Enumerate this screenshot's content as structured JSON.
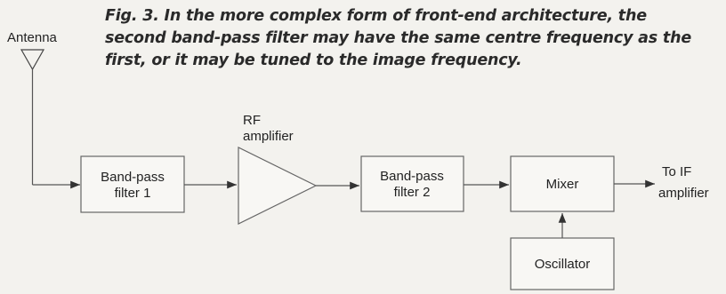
{
  "caption": {
    "lines": [
      "Fig. 3. In the more complex form of front-end architecture, the",
      "second band-pass filter may have the same centre frequency as the",
      "first, or it may be tuned to the image frequency."
    ]
  },
  "diagram": {
    "antenna_label": "Antenna",
    "rf_amp_label": [
      "RF",
      "amplifier"
    ],
    "bpf1_label": [
      "Band-pass",
      "filter 1"
    ],
    "bpf2_label": [
      "Band-pass",
      "filter 2"
    ],
    "mixer_label": "Mixer",
    "oscillator_label": "Oscillator",
    "output_label": [
      "To IF",
      "amplifier"
    ]
  }
}
